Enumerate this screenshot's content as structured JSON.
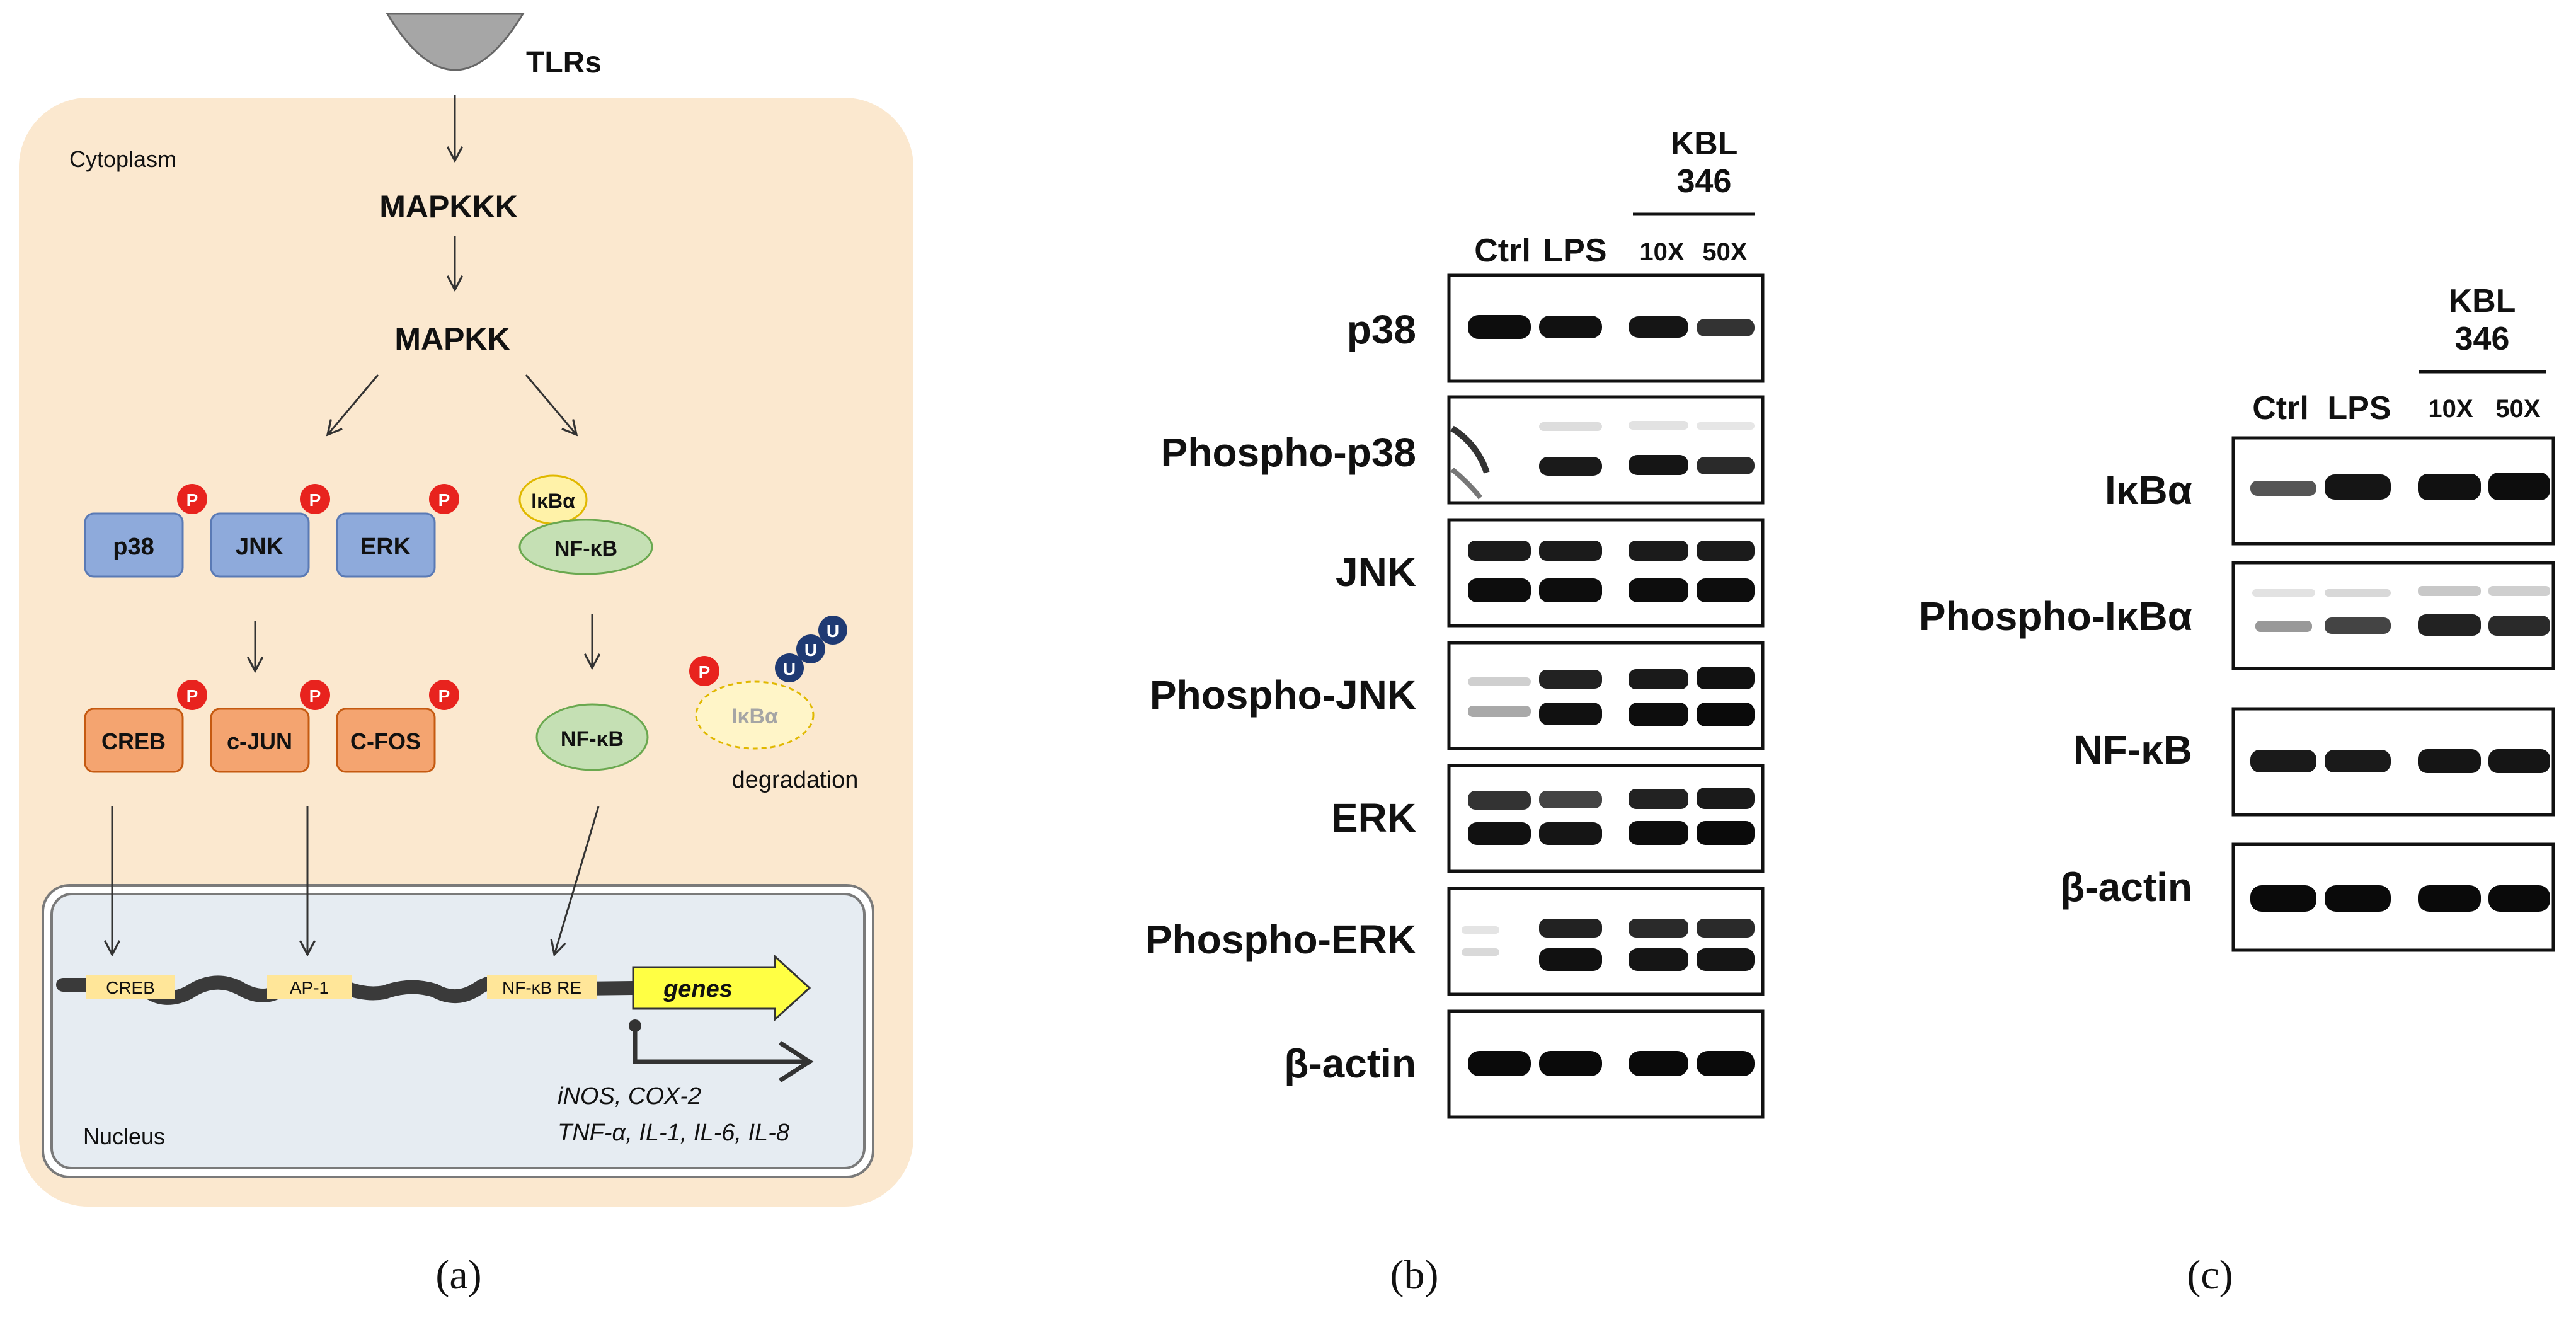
{
  "panel_a": {
    "tlrs": "TLRs",
    "cytoplasm": "Cytoplasm",
    "mapkkk": "MAPKKK",
    "mapkk": "MAPKK",
    "p": "P",
    "u": "U",
    "kinases": [
      "p38",
      "JNK",
      "ERK"
    ],
    "tfs": [
      "CREB",
      "c-JUN",
      "C-FOS"
    ],
    "ikba": "IκBα",
    "nfkb": "NF-κB",
    "nfkb_free": "NF-κB",
    "ikba_degraded": "IκBα",
    "degradation": "degradation",
    "elements": [
      "CREB",
      "AP-1",
      "NF-κB RE"
    ],
    "genes": "genes",
    "targets_line1": "iNOS, COX-2",
    "targets_line2": "TNF-α, IL-1, IL-6, IL-8",
    "nucleus": "Nucleus",
    "caption": "(a)"
  },
  "panel_b": {
    "treatment_group": [
      "KBL",
      "346"
    ],
    "lanes": [
      "Ctrl",
      "LPS",
      "10X",
      "50X"
    ],
    "rows": [
      "p38",
      "Phospho-p38",
      "JNK",
      "Phospho-JNK",
      "ERK",
      "Phospho-ERK",
      "β-actin"
    ],
    "caption": "(b)"
  },
  "panel_c": {
    "treatment_group": [
      "KBL",
      "346"
    ],
    "lanes": [
      "Ctrl",
      "LPS",
      "10X",
      "50X"
    ],
    "rows": [
      "IκBα",
      "Phospho-IκBα",
      "NF-κB",
      "β-actin"
    ],
    "caption": "(c)"
  },
  "colors": {
    "cytoplasm": "#fbe8cf",
    "nucleus": "#e6ecf2",
    "kinase": "#8eaadb",
    "tf": "#f4a470",
    "nfkb": "#c5e0b4",
    "ikba": "#fff2a8",
    "phospho": "#e8231e",
    "ubiquitin": "#1f3a73",
    "genes_arrow": "#ffff44",
    "element": "#ffe699"
  }
}
